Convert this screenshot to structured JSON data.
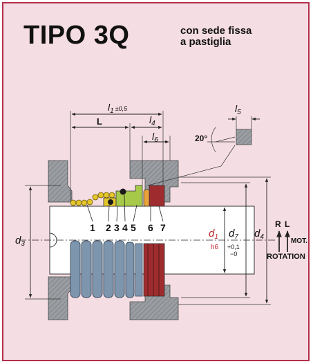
{
  "header": {
    "title": "TIPO 3Q",
    "subtitle_line1": "con sede fissa",
    "subtitle_line2": "a pastiglia"
  },
  "dimensions": {
    "l1": "l",
    "l1_sub": "1",
    "l1_tol": "±0,5",
    "L": "L",
    "l4": "l",
    "l4_sub": "4",
    "l5": "l",
    "l5_sub": "5",
    "l6": "l",
    "l6_sub": "6",
    "angle": "20°",
    "d3": "d",
    "d3_sub": "3",
    "d1": "d",
    "d1_sub": "1",
    "d1_fit": "h6",
    "d7": "d",
    "d7_sub": "7",
    "d7_tol_plus": "+0,1",
    "d7_tol_minus": "−0",
    "d4": "d",
    "d4_sub": "4"
  },
  "part_numbers": [
    "1",
    "2",
    "3",
    "4",
    "5",
    "6",
    "7"
  ],
  "rotation": {
    "r": "R",
    "l": "L",
    "mot": "MOT.",
    "rotation": "ROTATION"
  },
  "colors": {
    "background": "#f4dde3",
    "frame": "#b4304b",
    "housing": "#8f9397",
    "spring": "#7e96ad",
    "coil_yellow": "#e5c62a",
    "green_ring": "#a6c94a",
    "seat_orange": "#e8a33a",
    "seat_red": "#9e2c2e",
    "accent_red": "#c0282b"
  }
}
